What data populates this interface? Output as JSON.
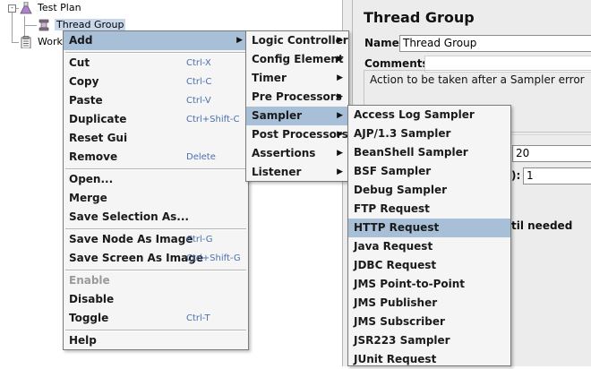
{
  "tree": {
    "test_plan": "Test Plan",
    "thread_group": "Thread Group",
    "workbench": "WorkB"
  },
  "right_panel": {
    "title": "Thread Group",
    "name_label": "Name:",
    "name_value": "Thread Group",
    "comments_label": "Comments:",
    "sampler_error_label": "Action to be taken after a Sampler error",
    "threads_value": "20",
    "loop_label_fragment": "):",
    "loop_value": "1",
    "delay_label_fragment": "til needed"
  },
  "context_menu": {
    "groups": [
      [
        {
          "label": "Add",
          "submenu": true,
          "selected": true
        }
      ],
      [
        {
          "label": "Cut",
          "shortcut": "Ctrl-X"
        },
        {
          "label": "Copy",
          "shortcut": "Ctrl-C"
        },
        {
          "label": "Paste",
          "shortcut": "Ctrl-V"
        },
        {
          "label": "Duplicate",
          "shortcut": "Ctrl+Shift-C"
        },
        {
          "label": "Reset Gui"
        },
        {
          "label": "Remove",
          "shortcut": "Delete"
        }
      ],
      [
        {
          "label": "Open..."
        },
        {
          "label": "Merge"
        },
        {
          "label": "Save Selection As..."
        }
      ],
      [
        {
          "label": "Save Node As Image",
          "shortcut": "Ctrl-G"
        },
        {
          "label": "Save Screen As Image",
          "shortcut": "Ctrl+Shift-G"
        }
      ],
      [
        {
          "label": "Enable",
          "disabled": true
        },
        {
          "label": "Disable"
        },
        {
          "label": "Toggle",
          "shortcut": "Ctrl-T"
        }
      ],
      [
        {
          "label": "Help"
        }
      ]
    ]
  },
  "add_menu": {
    "items": [
      {
        "label": "Logic Controller",
        "submenu": true
      },
      {
        "label": "Config Element",
        "submenu": true
      },
      {
        "label": "Timer",
        "submenu": true
      },
      {
        "label": "Pre Processors",
        "submenu": true
      },
      {
        "label": "Sampler",
        "submenu": true,
        "selected": true
      },
      {
        "label": "Post Processors",
        "submenu": true
      },
      {
        "label": "Assertions",
        "submenu": true
      },
      {
        "label": "Listener",
        "submenu": true
      }
    ]
  },
  "sampler_menu": {
    "items": [
      {
        "label": "Access Log Sampler"
      },
      {
        "label": "AJP/1.3 Sampler"
      },
      {
        "label": "BeanShell Sampler"
      },
      {
        "label": "BSF Sampler"
      },
      {
        "label": "Debug Sampler"
      },
      {
        "label": "FTP Request"
      },
      {
        "label": "HTTP Request",
        "selected": true
      },
      {
        "label": "Java Request"
      },
      {
        "label": "JDBC Request"
      },
      {
        "label": "JMS Point-to-Point"
      },
      {
        "label": "JMS Publisher"
      },
      {
        "label": "JMS Subscriber"
      },
      {
        "label": "JSR223 Sampler"
      },
      {
        "label": "JUnit Request"
      }
    ]
  },
  "icons": {
    "submenu_arrow": "arrow-right-icon",
    "test_plan": "flask-icon",
    "thread_group": "spool-icon",
    "workbench": "clipboard-icon"
  },
  "colors": {
    "selection": "#a8bfd8",
    "menu_bg": "#f5f5f5",
    "panel_bg": "#ececec",
    "shortcut": "#4a6fb0"
  }
}
